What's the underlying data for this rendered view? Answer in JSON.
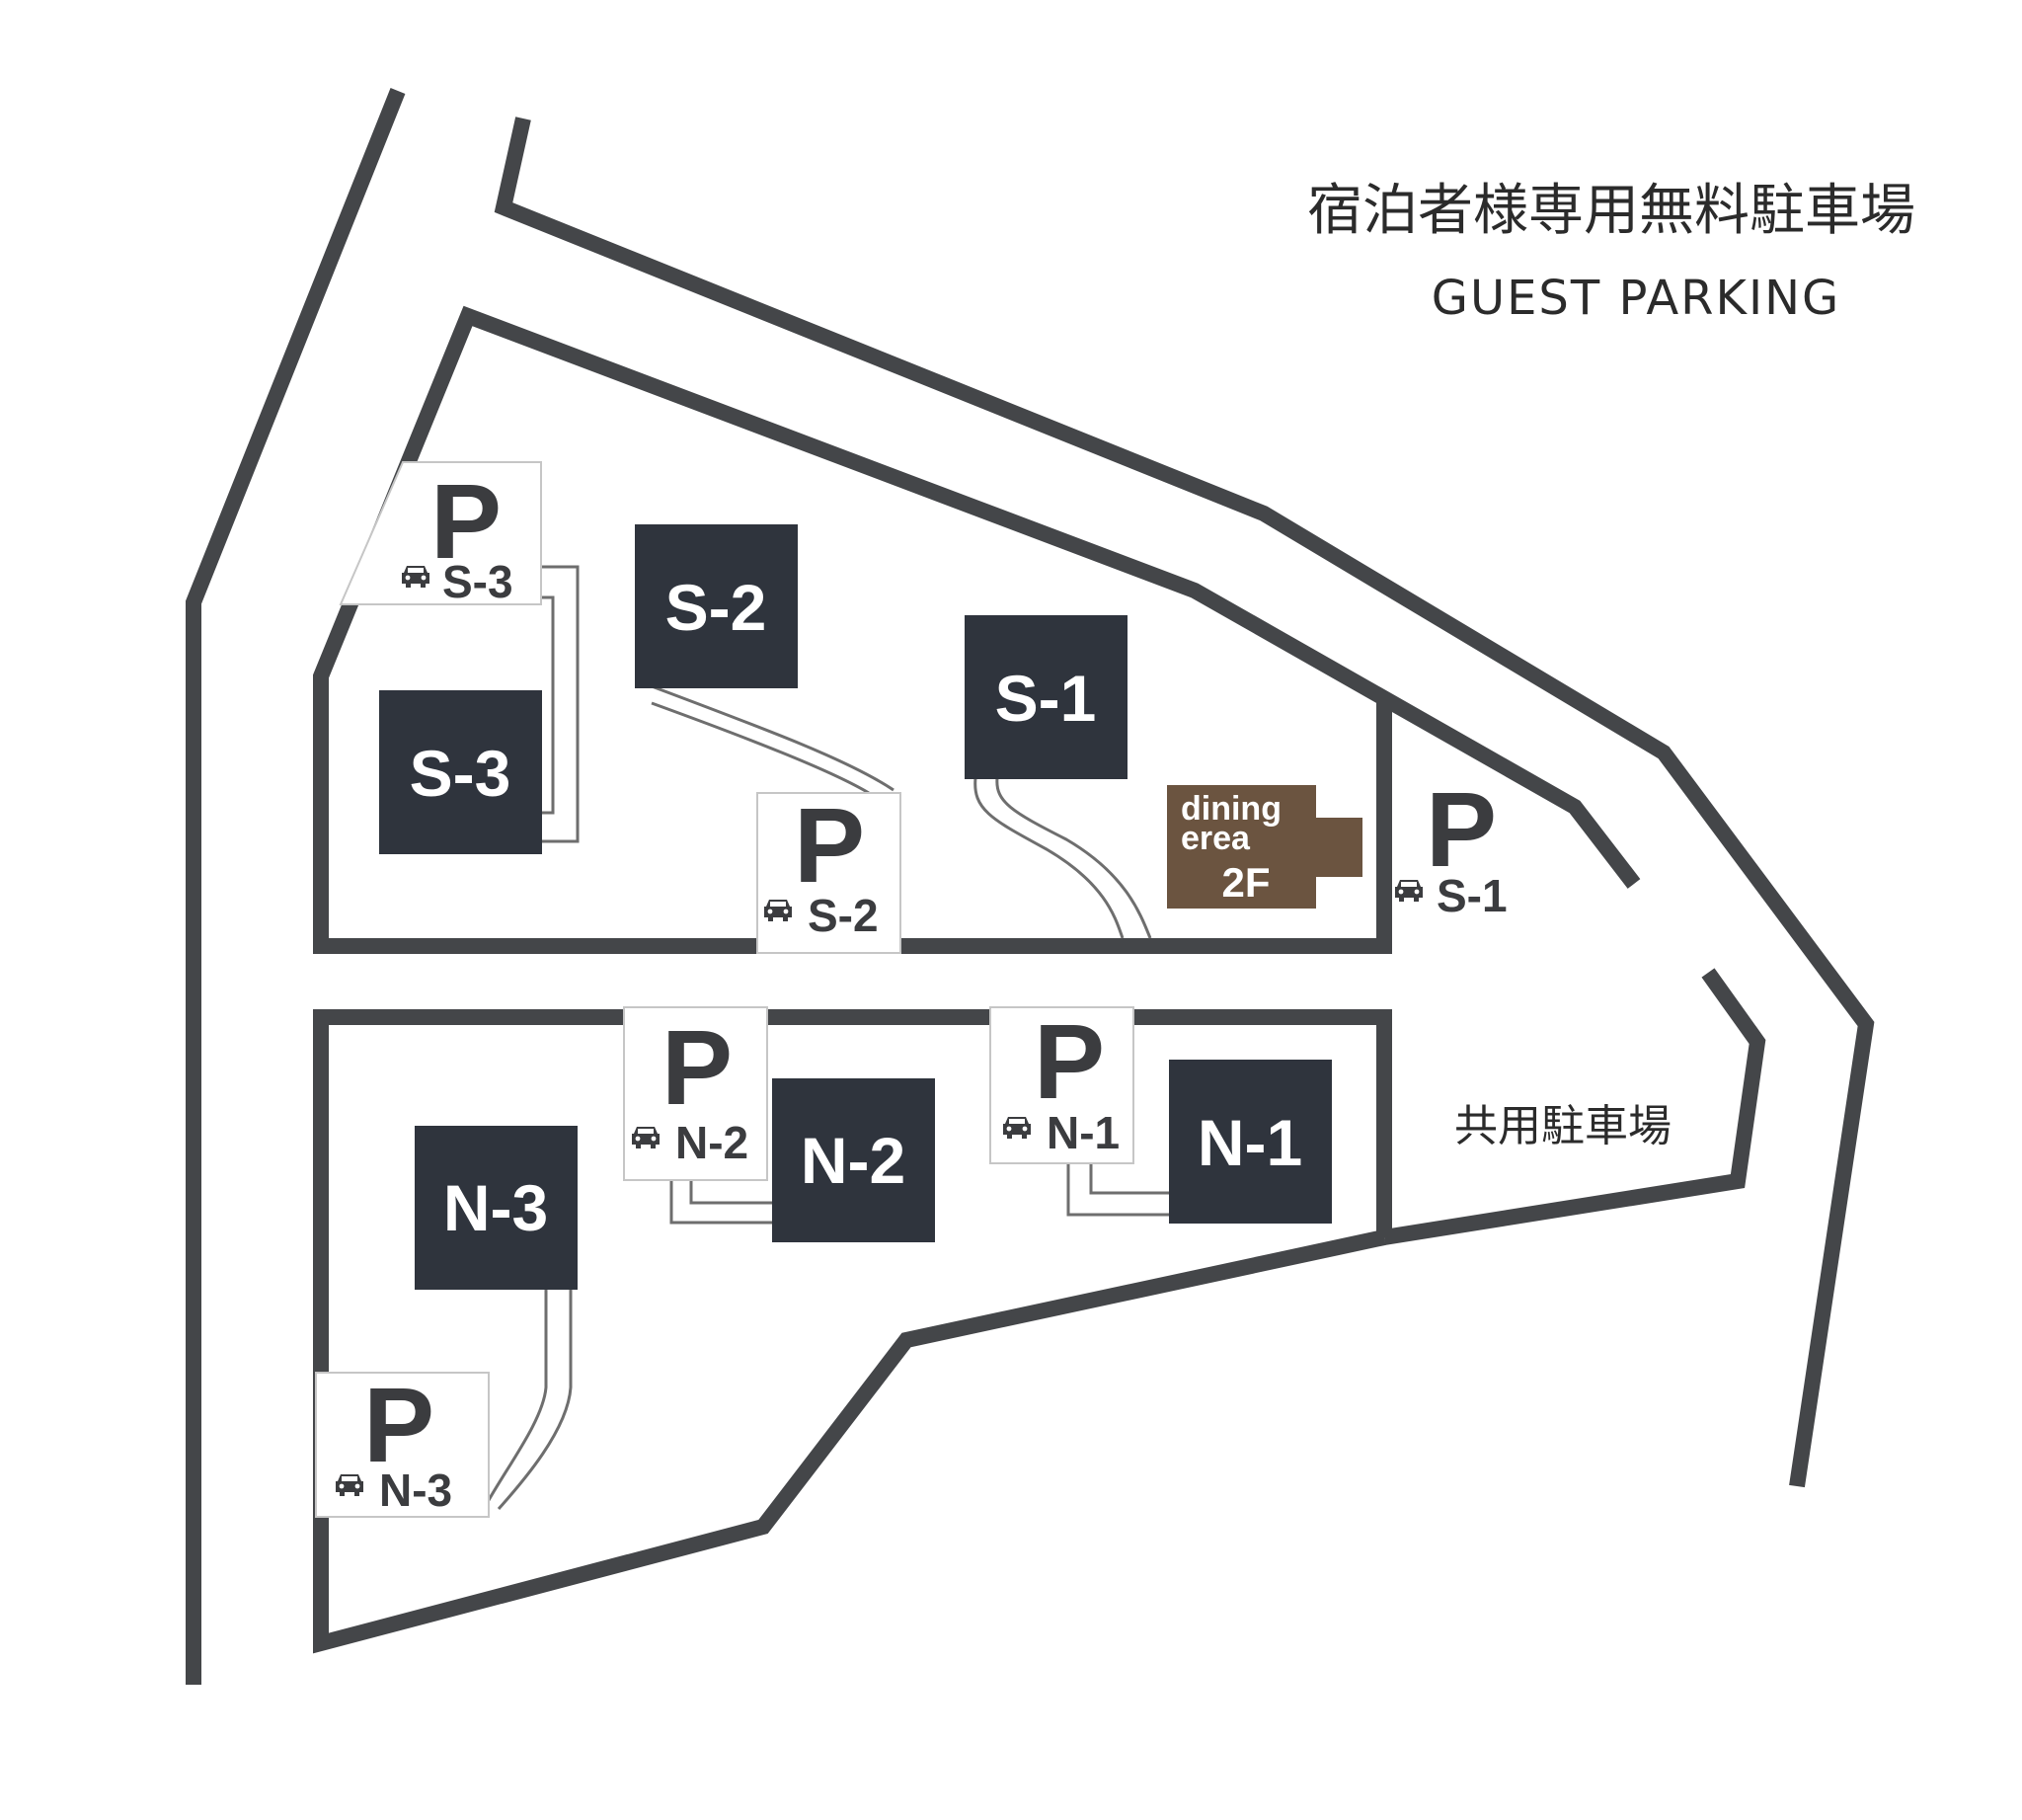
{
  "header": {
    "title_ja": "宿泊者様専用無料駐車場",
    "title_en": "GUEST PARKING"
  },
  "buildings": {
    "s1": "S-1",
    "s2": "S-2",
    "s3": "S-3",
    "n1": "N-1",
    "n2": "N-2",
    "n3": "N-3"
  },
  "parking": {
    "letter": "P",
    "s1": "S-1",
    "s2": "S-2",
    "s3": "S-3",
    "n1": "N-1",
    "n2": "N-2",
    "n3": "N-3"
  },
  "dining": {
    "line1": "dining",
    "line2": "erea",
    "line3": "2F"
  },
  "shared_parking": "共用駐車場",
  "colors": {
    "road": "#444649",
    "building": "#2f343d",
    "dining": "#6b5440"
  },
  "icons": [
    "car-icon"
  ]
}
